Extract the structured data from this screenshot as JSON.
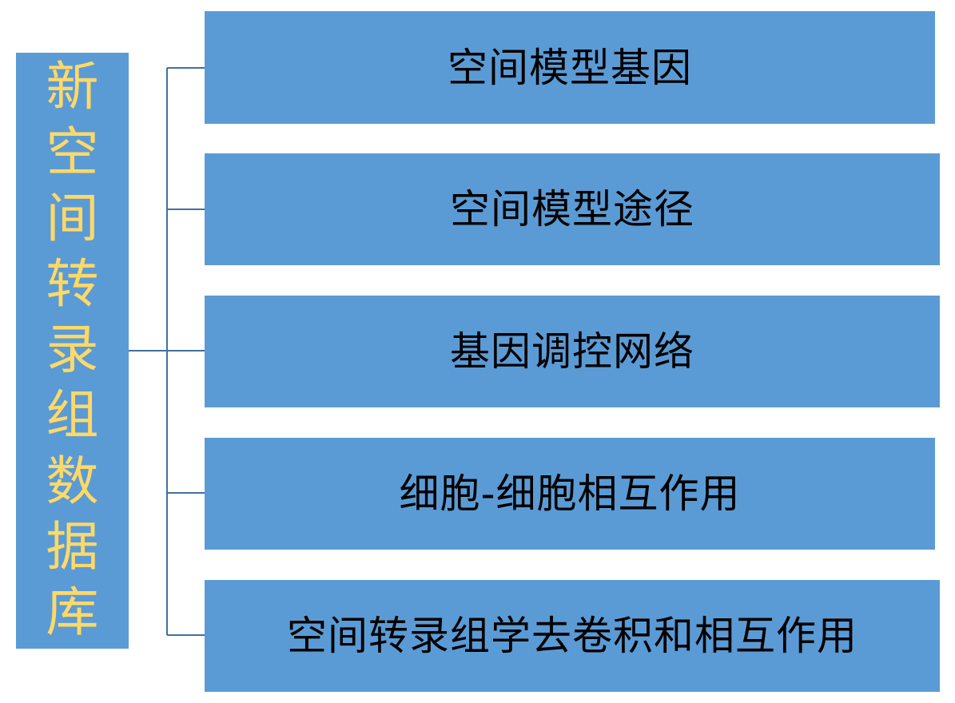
{
  "colors": {
    "box_fill": "#5b9bd5",
    "root_text": "#ffd966",
    "branch_text": "#000000",
    "connector": "#41719c"
  },
  "root": {
    "chars": [
      "新",
      "空",
      "间",
      "转",
      "录",
      "组",
      "数",
      "据",
      "库"
    ]
  },
  "branches": [
    {
      "label": "空间模型基因"
    },
    {
      "label": "空间模型途径"
    },
    {
      "label": "基因调控网络"
    },
    {
      "label": "细胞-细胞相互作用"
    },
    {
      "label": "空间转录组学去卷积和相互作用"
    }
  ]
}
